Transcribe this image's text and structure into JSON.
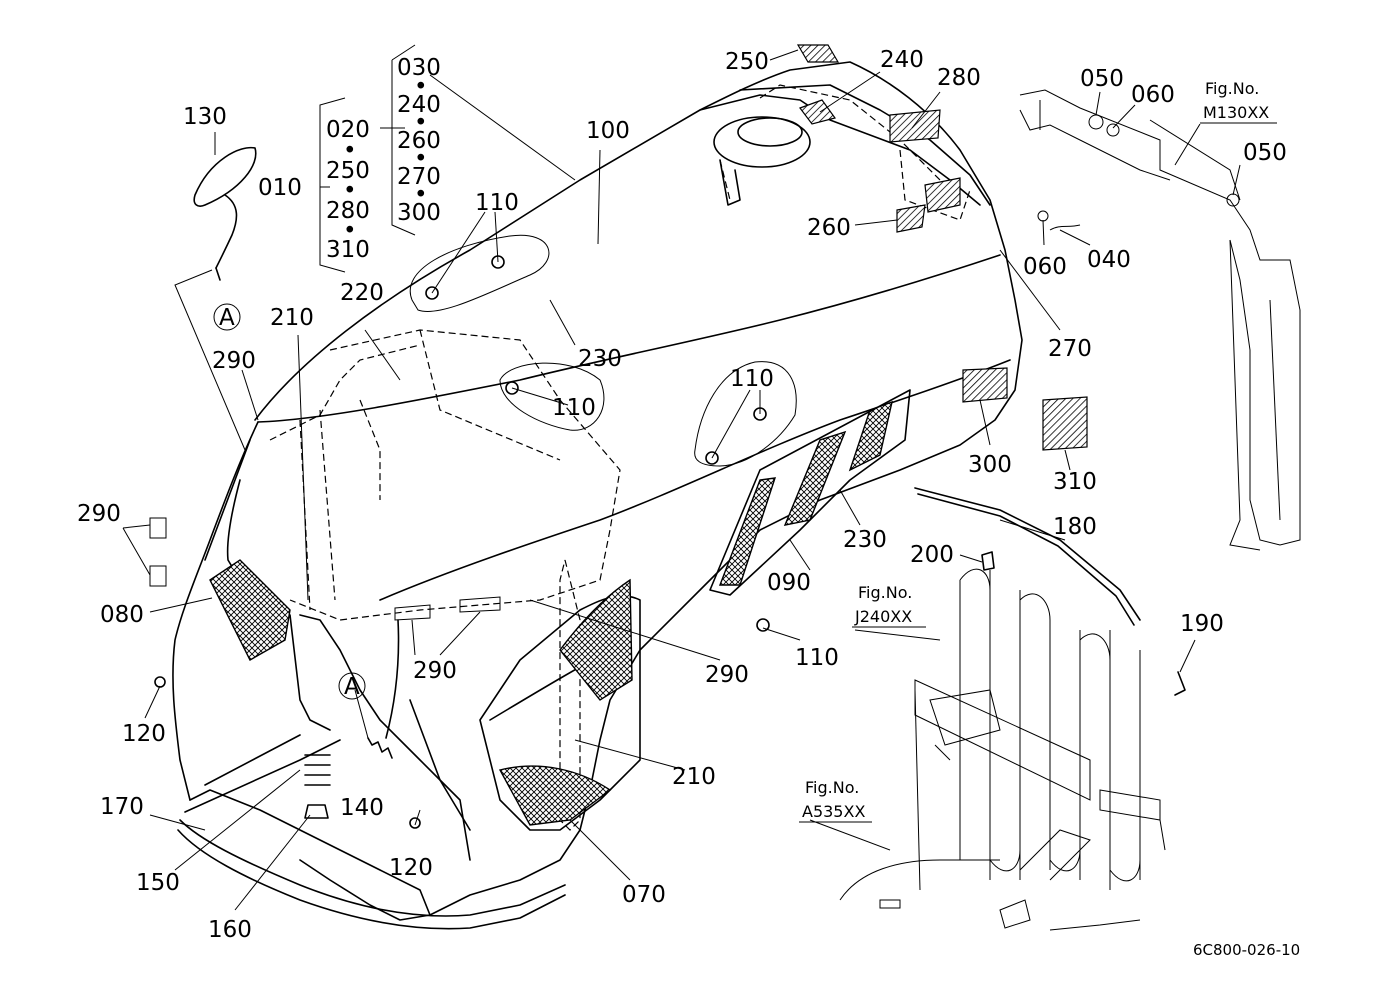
{
  "drawing_code": "6C800-026-10",
  "view_marker": "A",
  "figure_refs": [
    {
      "line1": "Fig.No.",
      "line2": "M130XX"
    },
    {
      "line1": "Fig.No.",
      "line2": "J240XX"
    },
    {
      "line1": "Fig.No.",
      "line2": "A535XX"
    }
  ],
  "group_left": {
    "parent": "010",
    "items": [
      "020",
      "250",
      "280",
      "310"
    ]
  },
  "group_right": {
    "items": [
      "030",
      "240",
      "260",
      "270",
      "300"
    ]
  },
  "callouts": [
    "130",
    "210",
    "220",
    "290",
    "110",
    "100",
    "230",
    "110",
    "110",
    "250",
    "240",
    "280",
    "050",
    "060",
    "050",
    "260",
    "060",
    "040",
    "270",
    "300",
    "310",
    "290",
    "080",
    "120",
    "170",
    "150",
    "160",
    "140",
    "290",
    "290",
    "210",
    "120",
    "070",
    "090",
    "230",
    "110",
    "200",
    "180",
    "190"
  ]
}
